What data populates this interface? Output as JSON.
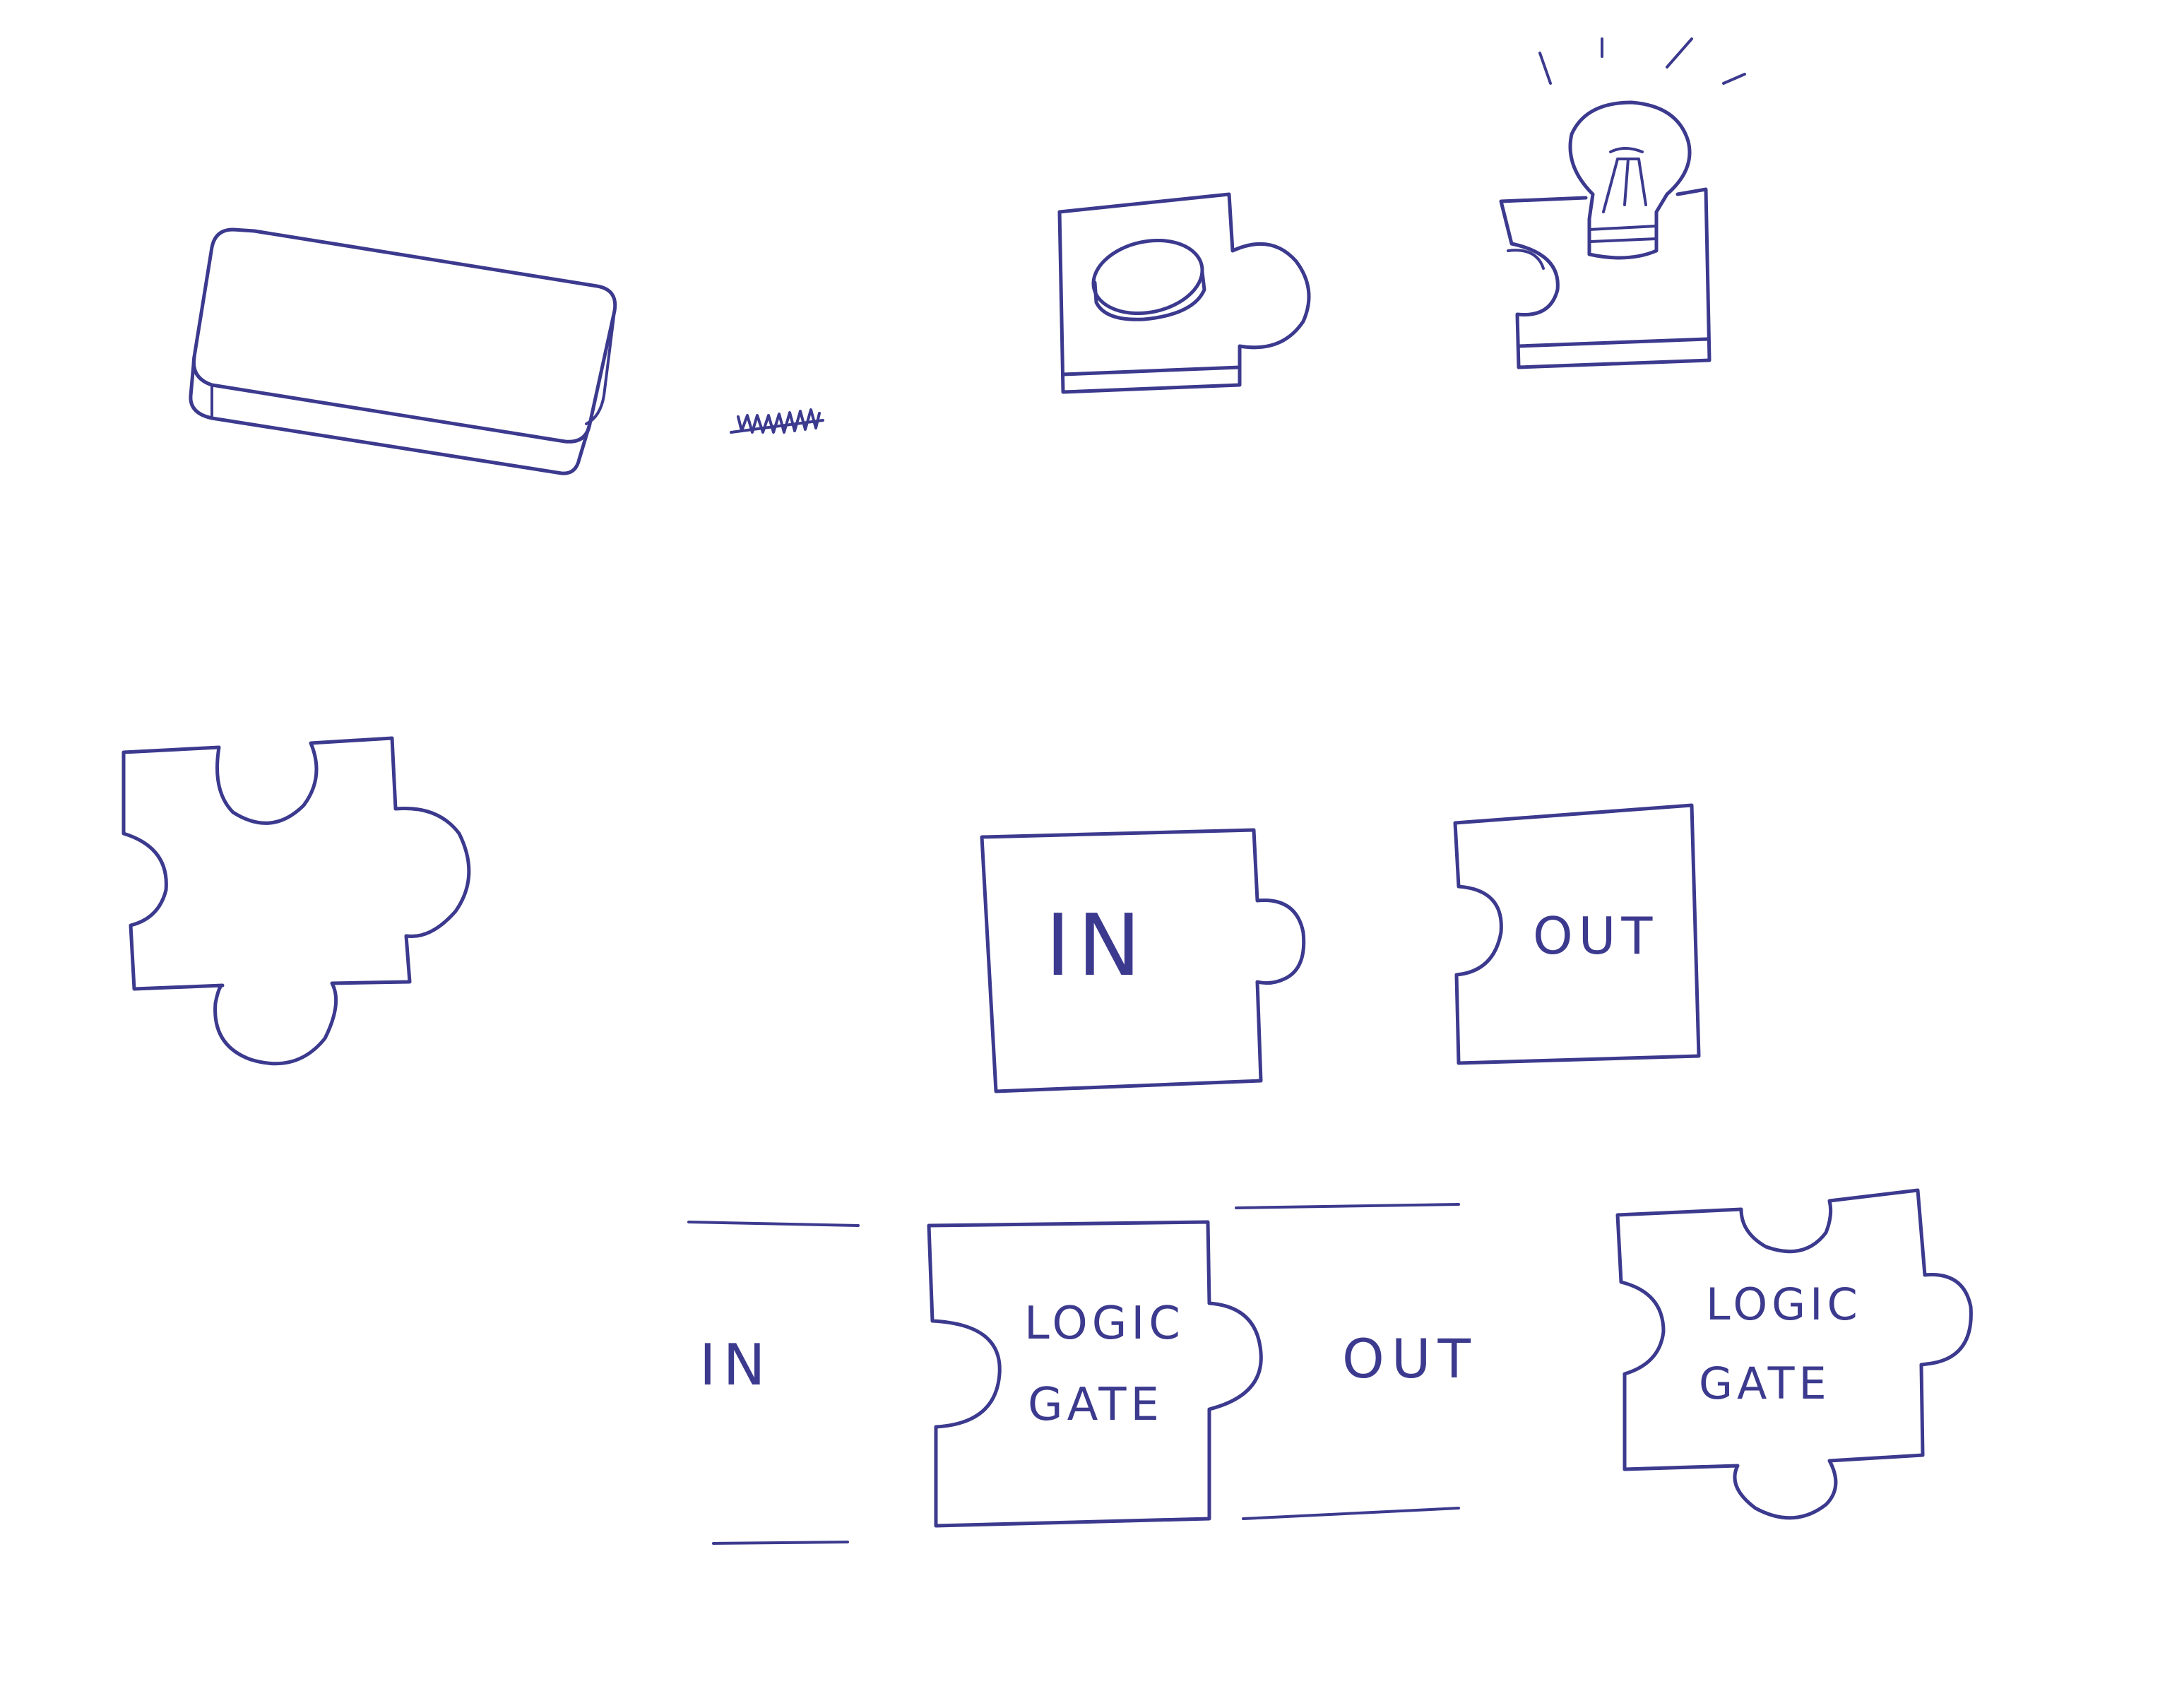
{
  "sketch": {
    "ink_color": "#3c3a8e",
    "paper_color": "#ffffff"
  },
  "labels": {
    "row2_in": "IN",
    "row2_out": "OUT",
    "row3_in": "IN",
    "row3_gate_line1": "LOGIC",
    "row3_gate_line2": "GATE",
    "row3_out": "OUT",
    "row3_piece_line1": "LOGIC",
    "row3_piece_line2": "GATE"
  },
  "icons": {
    "top_left": "blank-block-icon",
    "spring": "spring-scribble-icon",
    "button_block": "button-puzzle-block-icon",
    "lightbulb_block": "lightbulb-puzzle-block-icon",
    "blank_piece": "blank-puzzle-piece-icon"
  }
}
